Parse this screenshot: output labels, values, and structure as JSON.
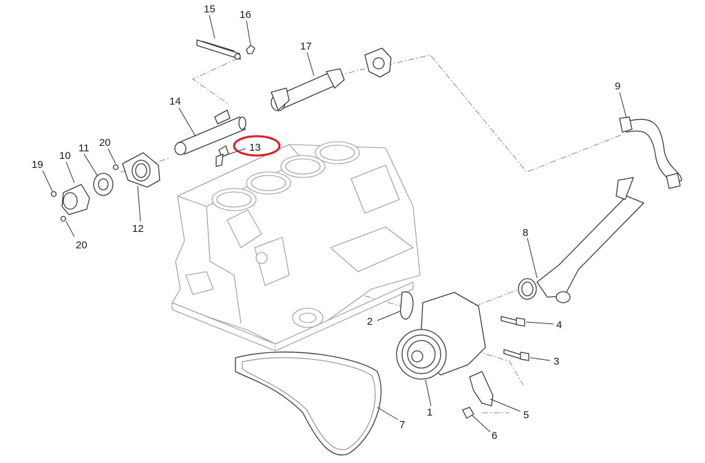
{
  "callouts": {
    "c1": "1",
    "c2": "2",
    "c3": "3",
    "c4": "4",
    "c5": "5",
    "c6": "6",
    "c7": "7",
    "c8": "8",
    "c9": "9",
    "c10": "10",
    "c11": "11",
    "c12": "12",
    "c13": "13",
    "c14": "14",
    "c15": "15",
    "c16": "16",
    "c17": "17",
    "c19": "19",
    "c20a": "20",
    "c20b": "20"
  },
  "highlighted_callout": "13",
  "colors": {
    "highlight": "#d81f26",
    "line": "#3a3a3a",
    "block": "#9a9a9a"
  }
}
